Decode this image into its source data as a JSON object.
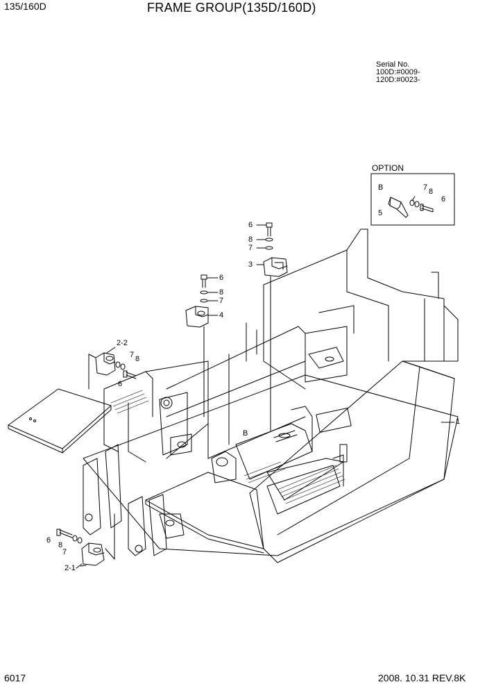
{
  "header": {
    "model": "135/160D",
    "title": "FRAME GROUP(135D/160D)"
  },
  "serial": {
    "heading": "Serial No.",
    "lines": [
      "100D:#0009-",
      "120D:#0023-"
    ]
  },
  "option": {
    "heading": "OPTION",
    "labels": {
      "b": "B",
      "p5": "5",
      "p6": "6",
      "p7": "7",
      "p8": "8"
    }
  },
  "callouts": {
    "c1": "1",
    "c2_1": "2-1",
    "c2_2": "2-2",
    "c3": "3",
    "c4": "4",
    "c6a": "6",
    "c8a": "8",
    "c7a": "7",
    "c6b": "6",
    "c8b": "8",
    "c7b": "7",
    "c7c": "7",
    "c8c": "8",
    "c6c": "6",
    "c6d": "6",
    "c8d": "8",
    "c7d": "7",
    "cB": "B"
  },
  "footer": {
    "page": "6017",
    "date_rev": "2008. 10.31  REV.8K"
  }
}
